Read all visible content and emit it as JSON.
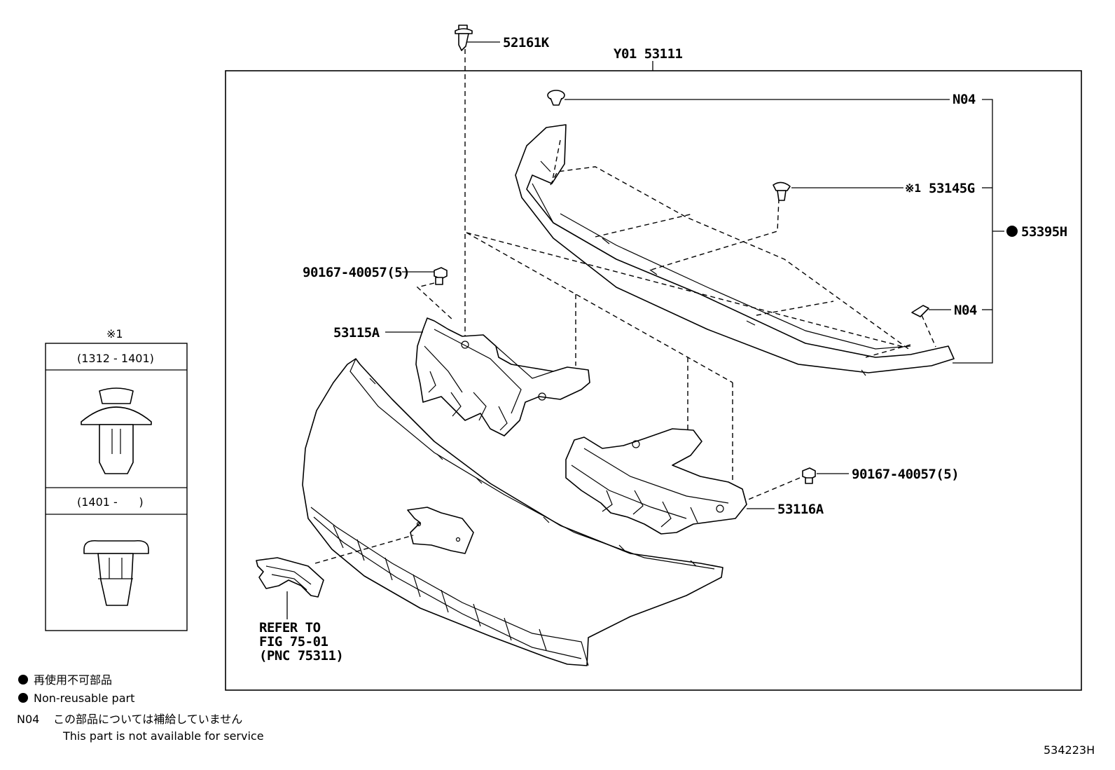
{
  "diagram_id": "534223H",
  "parts": {
    "main_assembly": "Y01 53111",
    "clip_top": "52161K",
    "emblem_clip": "N04",
    "inner_clip": "53145G",
    "inner_clip_ref": "※1",
    "molding": "53395H",
    "emblem_clip_lower": "N04",
    "bolt_left": "90167-40057(5)",
    "bolt_right": "90167-40057(5)",
    "bracket_left": "53115A",
    "bracket_right": "53116A"
  },
  "refer": {
    "line1": "REFER TO",
    "line2": "FIG 75-01",
    "line3": "(PNC 75311)"
  },
  "inset": {
    "title": "※1",
    "range1": "(1312 - 1401)",
    "range2": "(1401 -      )"
  },
  "legend": {
    "nonreusable_jp": "再使用不可部品",
    "nonreusable_en": "Non-reusable part",
    "n04_code": "N04",
    "n04_jp": "この部品については補給していません",
    "n04_en": "This part is not available for service"
  }
}
